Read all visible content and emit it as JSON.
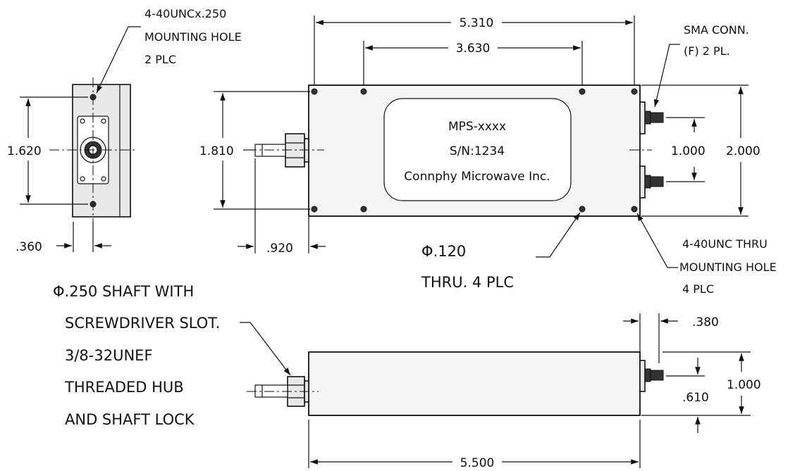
{
  "end_view": {
    "note_mounting": [
      "4-40UNCx.250",
      "MOUNTING HOLE",
      "2 PLC"
    ],
    "dim_height": "1.620",
    "dim_width": ".360"
  },
  "top_view": {
    "dim_overall_length": "5.310",
    "dim_hole_spacing": "3.630",
    "dim_height_left": "1.810",
    "dim_shaft": ".920",
    "dim_connector_spacing": "1.000",
    "dim_overall_height": "2.000",
    "label_lines": [
      "MPS-xxxx",
      "S/N:1234",
      "Connphy Microwave Inc."
    ],
    "note_sma": [
      "SMA CONN.",
      "(F) 2 PL."
    ],
    "note_hole_dia": [
      "Φ.120",
      "THRU. 4 PLC"
    ],
    "note_thru_hole": [
      "4-40UNC THRU",
      "MOUNTING HOLE",
      "4 PLC"
    ]
  },
  "side_view": {
    "note_shaft": [
      "Φ.250 SHAFT WITH",
      "SCREWDRIVER SLOT.",
      "3/8-32UNEF",
      "THREADED HUB",
      "AND SHAFT LOCK"
    ],
    "dim_connector": ".380",
    "dim_height": "1.000",
    "dim_offset": ".610",
    "dim_length": "5.500"
  }
}
